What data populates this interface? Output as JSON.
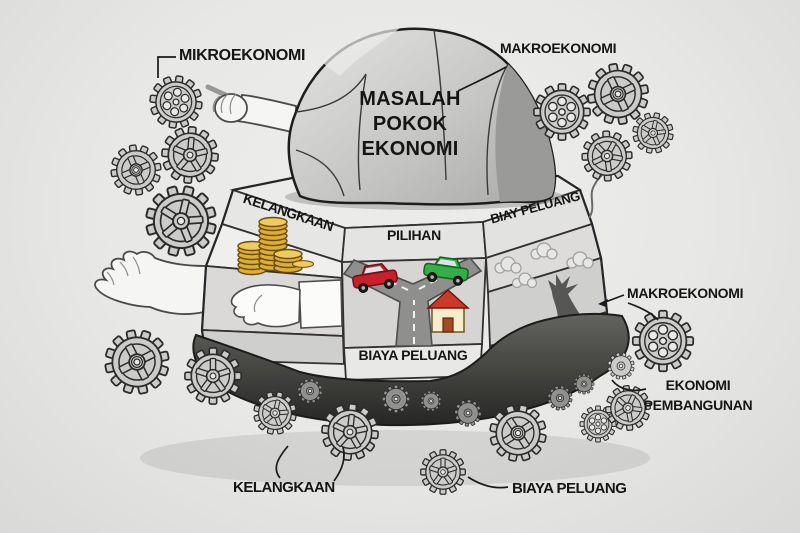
{
  "meta": {
    "type": "hand-drawn economics infographic",
    "language": "Indonesian",
    "subject": "Basic economic problems illustrated as a boulder on a gear-driven pedestal"
  },
  "rock": {
    "lines": [
      "MASALAH",
      "POKOK",
      "EKONOMI"
    ]
  },
  "pedestal_panels": {
    "left": "KELANGKAAN",
    "center": "PILIHAN",
    "right": "BIAY PELUANG",
    "front_bottom": "BIAYA PELUANG"
  },
  "callouts": {
    "top_left": "MIKROEKONOMI",
    "top_right": "MAKROEKONOMI",
    "right_middle": "MAKROEKONOMI",
    "right_lower": [
      "EKONOMI",
      "PEMBANGUNAN"
    ],
    "bottom_left": "KELANGKAAN",
    "bottom_right": "BIAYA PELUANG"
  },
  "icons": [
    "boulder-icon",
    "gear-icon",
    "coin-stack-icon",
    "open-hand-icon",
    "giving-hand-icon",
    "wrench-hand-icon",
    "fork-road-icon",
    "red-car-icon",
    "green-car-icon",
    "house-icon",
    "cloud-icon",
    "shadow-figure-icon",
    "rocky-base"
  ],
  "colors": {
    "background": "#e7e7e5",
    "ink": "#1f1f1d",
    "rock_light": "#d9d9d7",
    "rock_shade": "#9a9a98",
    "panel_light": "#e6e6e4",
    "panel_mid": "#d6d5d3",
    "base_dark": "#2f2f2d",
    "gear_fill": "#cbcbc9",
    "coin_gold": "#dcae35",
    "car_red": "#c8202a",
    "car_green": "#35ae47",
    "house_roof": "#c93a28",
    "house_wall": "#f7eccb",
    "road_gray": "#8f8f8d"
  }
}
